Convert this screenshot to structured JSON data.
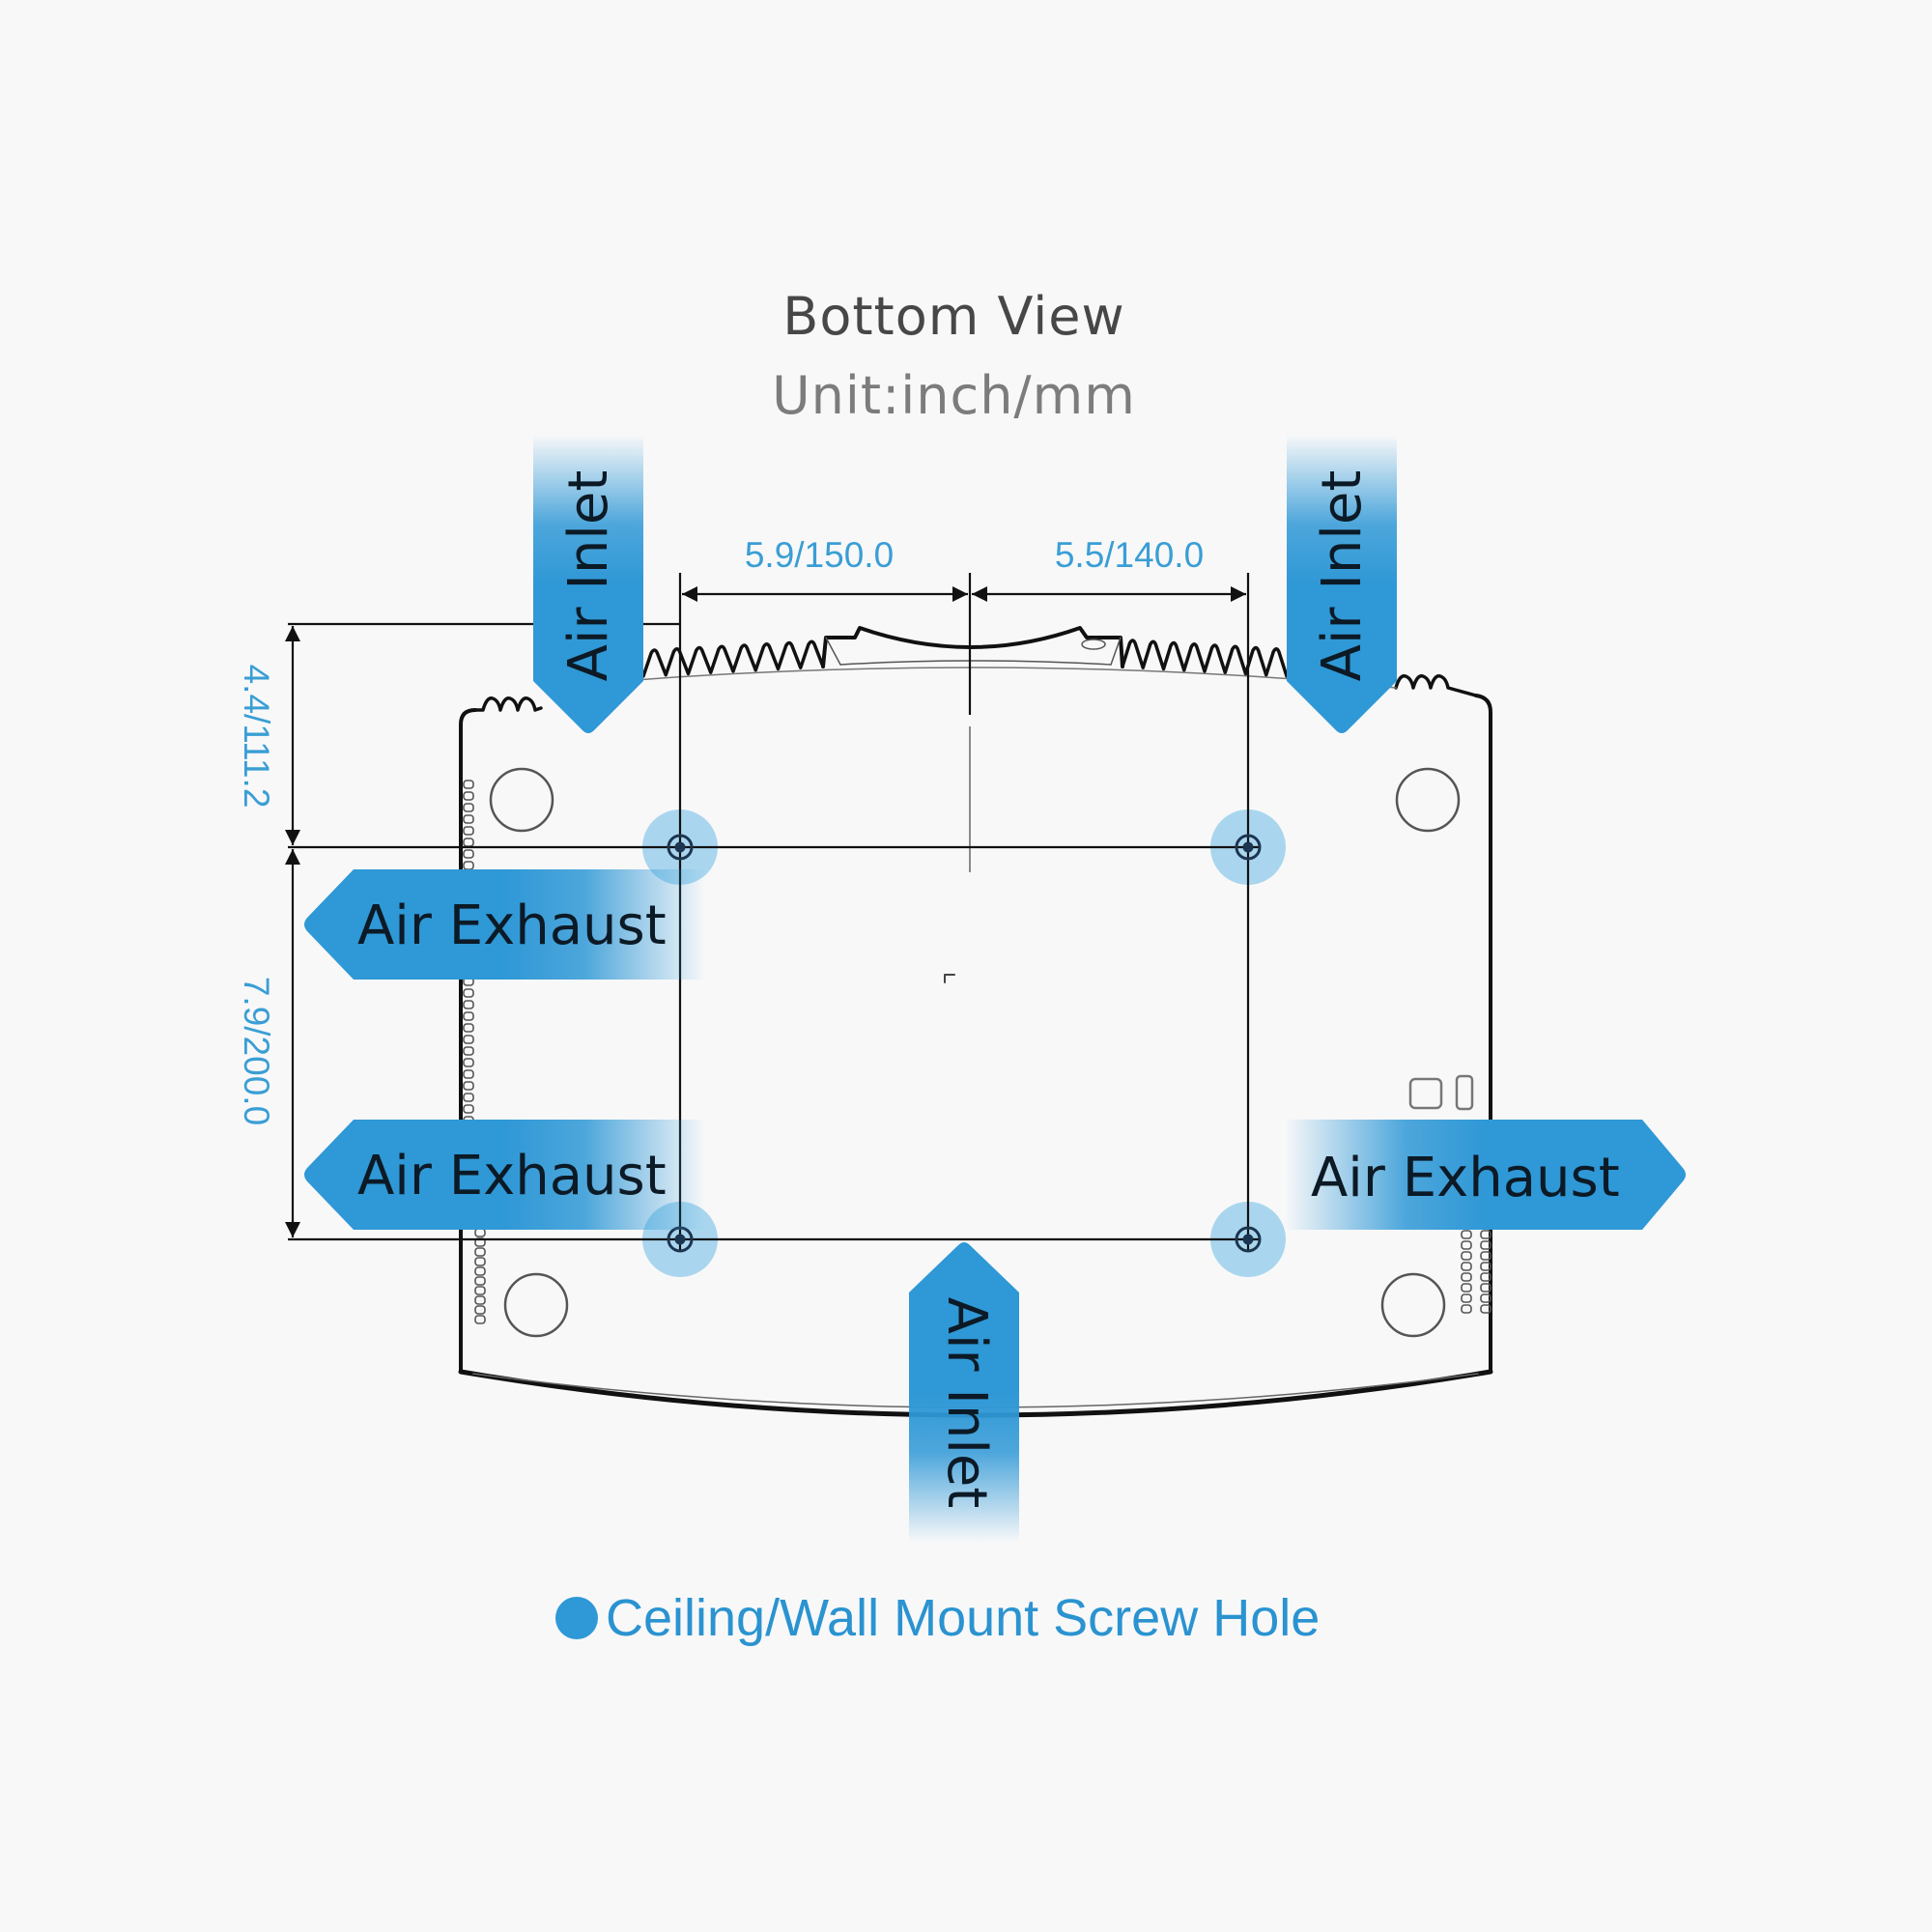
{
  "header": {
    "title": "Bottom View",
    "subtitle": "Unit:inch/mm"
  },
  "dimensions": {
    "width_left": "5.9/150.0",
    "width_right": "5.5/140.0",
    "height_top": "4.4/111.2",
    "height_bottom": "7.9/200.0"
  },
  "airflow": {
    "inlet_top_left": "Air Inlet",
    "inlet_top_right": "Air Inlet",
    "inlet_bottom": "Air Inlet",
    "exhaust_left_upper": "Air Exhaust",
    "exhaust_left_lower": "Air Exhaust",
    "exhaust_right": "Air Exhaust"
  },
  "legend": {
    "label": "Ceiling/Wall Mount Screw Hole",
    "icon": "filled-circle-icon"
  },
  "colors": {
    "accent": "#2f98d6",
    "dimension_text": "#3a9ed4",
    "screw_halo": "#a9d6ee",
    "outline": "#111111"
  }
}
